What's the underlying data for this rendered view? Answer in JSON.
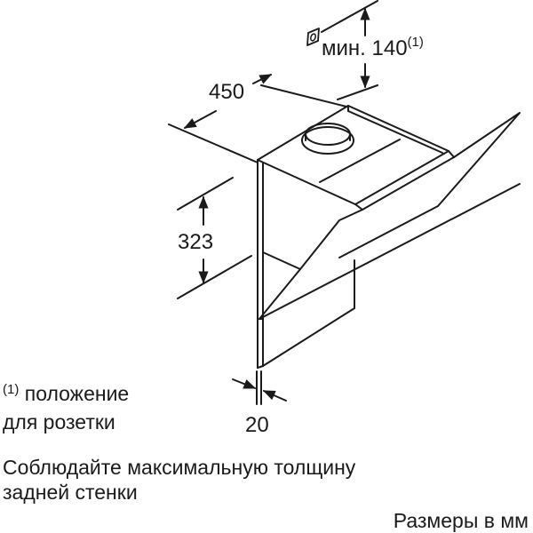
{
  "diagram": {
    "subject": "wall-mounted inclined cooker hood, isometric dimension drawing",
    "dimensions": {
      "width": "450",
      "height": "323",
      "wall_gap": "20",
      "socket_min_prefix": "мин. 140",
      "socket_min_footnote_ref": "(1)"
    },
    "footnote": {
      "ref": "(1)",
      "line1": "положение",
      "line2": "для розетки"
    },
    "notice": {
      "line1": "Соблюдайте максимальную толщину",
      "line2": "задней стенки"
    },
    "units_label": "Размеры в мм",
    "icons": [
      "power-socket-icon",
      "exhaust-outlet"
    ],
    "colors": {
      "line": "#1a1a1a",
      "background": "#ffffff"
    }
  }
}
